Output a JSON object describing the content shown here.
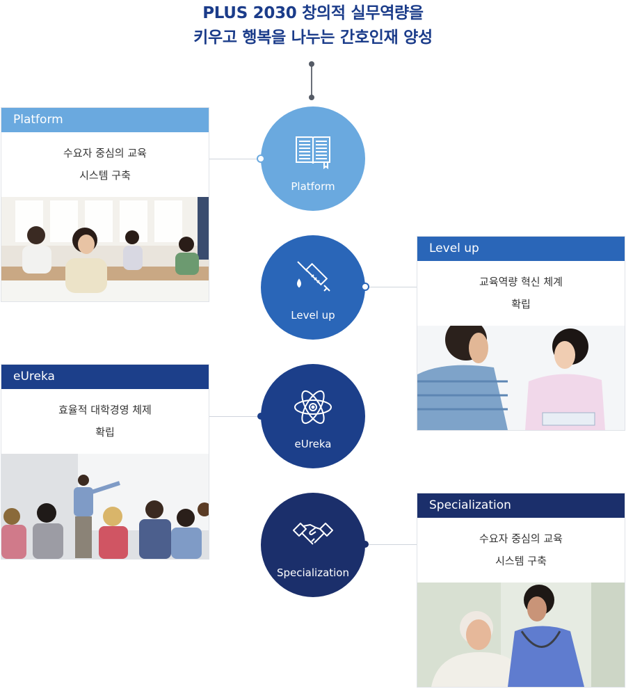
{
  "title": {
    "line1": "PLUS 2030 창의적 실무역량을",
    "line2": "키우고 행복을 나누는 간호인재 양성"
  },
  "colors": {
    "platform": "#6aa9df",
    "levelup": "#2a66b8",
    "eureka": "#1c3f8a",
    "specialization": "#1b2f6b",
    "title": "#1b3c8a"
  },
  "cards": {
    "platform": {
      "header": "Platform",
      "line1": "수요자 중심의 교육",
      "line2": "시스템 구축",
      "photo": "lecture-hall-students-photo"
    },
    "levelup": {
      "header": "Level up",
      "line1": "교육역량 혁신 체계",
      "line2": "확립",
      "photo": "nurse-patient-photo"
    },
    "eureka": {
      "header": "eUreka",
      "line1": "효율적 대학경영 체제",
      "line2": "확립",
      "photo": "presenter-audience-photo"
    },
    "specialization": {
      "header": "Specialization",
      "line1": "수요자 중심의 교육",
      "line2": "시스템 구축",
      "photo": "nurse-elderly-patient-photo"
    }
  },
  "circles": {
    "platform": {
      "label": "Platform",
      "icon": "open-book-icon"
    },
    "levelup": {
      "label": "Level up",
      "icon": "syringe-icon"
    },
    "eureka": {
      "label": "eUreka",
      "icon": "atom-icon"
    },
    "specialization": {
      "label": "Specialization",
      "icon": "handshake-icon"
    }
  }
}
